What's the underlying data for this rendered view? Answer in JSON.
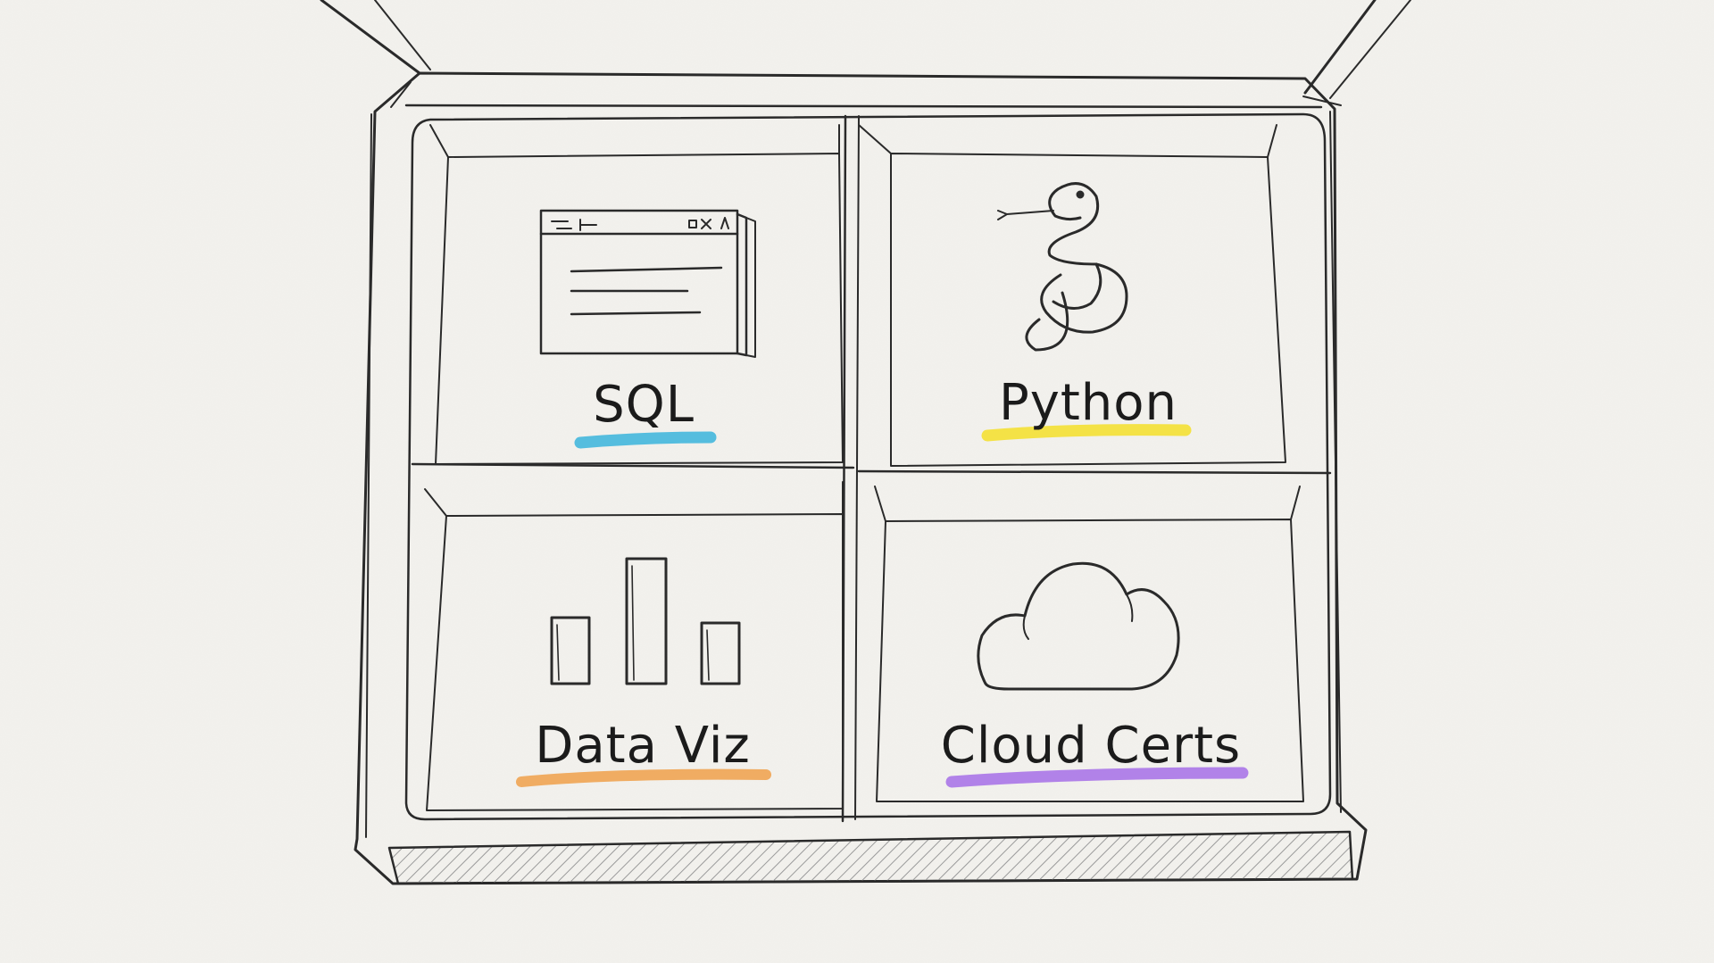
{
  "compartments": [
    {
      "label": "SQL",
      "icon": "sql-window-icon",
      "highlight": "#3ab4dc"
    },
    {
      "label": "Python",
      "icon": "python-snake-icon",
      "highlight": "#f4e034"
    },
    {
      "label": "Data Viz",
      "icon": "bar-chart-icon",
      "highlight": "#f0a04a"
    },
    {
      "label": "Cloud Certs",
      "icon": "cloud-icon",
      "highlight": "#a66ee8"
    }
  ]
}
